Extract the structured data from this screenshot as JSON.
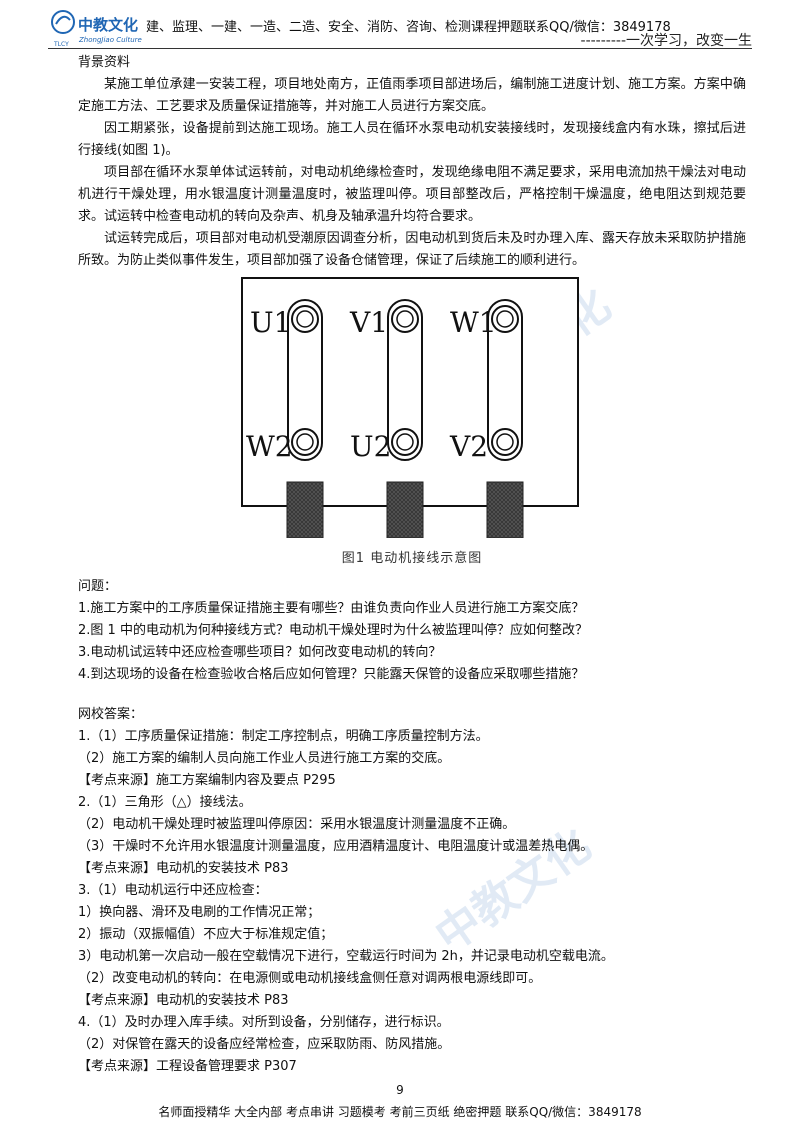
{
  "header": {
    "logo_name": "中教文化",
    "logo_name_en": "ZhongJiao Culture",
    "logo_mark": "TLCY",
    "text": "建、监理、一建、一造、二造、安全、消防、咨询、检测课程押题联系QQ/微信：3849178",
    "slogan": "---------一次学习，改变一生"
  },
  "background": {
    "title": "背景资料",
    "paragraphs": [
      "某施工单位承建一安装工程，项目地处南方，正值雨季项目部进场后，编制施工进度计划、施工方案。方案中确定施工方法、工艺要求及质量保证措施等，并对施工人员进行方案交底。",
      "因工期紧张，设备提前到达施工现场。施工人员在循环水泵电动机安装接线时，发现接线盒内有水珠，擦拭后进行接线(如图 1)。",
      "项目部在循环水泵单体试运转前，对电动机绝缘检查时，发现绝缘电阻不满足要求，采用电流加热干燥法对电动机进行干燥处理，用水银温度计测量温度时，被监理叫停。项目部整改后，严格控制干燥温度，绝电阻达到规范要求。试运转中检查电动机的转向及杂声、机身及轴承温升均符合要求。",
      "试运转完成后，项目部对电动机受潮原因调查分析，因电动机到货后未及时办理入库、露天存放未采取防护措施所致。为防止类似事件发生，项目部加强了设备仓储管理，保证了后续施工的顺利进行。"
    ]
  },
  "figure": {
    "caption": "图1   电动机接线示意图",
    "terminals": [
      "U1",
      "V1",
      "W1",
      "W2",
      "U2",
      "V2"
    ]
  },
  "questions": {
    "title": "问题：",
    "items": [
      "1.施工方案中的工序质量保证措施主要有哪些？由谁负责向作业人员进行施工方案交底？",
      "2.图 1 中的电动机为何种接线方式？电动机干燥处理时为什么被监理叫停？应如何整改？",
      "3.电动机试运转中还应检查哪些项目？如何改变电动机的转向？",
      "4.到达现场的设备在检查验收合格后应如何管理？只能露天保管的设备应采取哪些措施？"
    ]
  },
  "answers": {
    "title": "网校答案：",
    "lines": [
      "1.（1）工序质量保证措施：制定工序控制点，明确工序质量控制方法。",
      "（2）施工方案的编制人员向施工作业人员进行施工方案的交底。",
      "【考点来源】施工方案编制内容及要点 P295",
      "2.（1）三角形（△）接线法。",
      "（2）电动机干燥处理时被监理叫停原因：采用水银温度计测量温度不正确。",
      "（3）干燥时不允许用水银温度计测量温度，应用酒精温度计、电阻温度计或温差热电偶。",
      "【考点来源】电动机的安装技术 P83",
      "3.（1）电动机运行中还应检查：",
      "1）换向器、滑环及电刷的工作情况正常；",
      "2）振动（双振幅值）不应大于标准规定值；",
      "3）电动机第一次启动一般在空载情况下进行，空载运行时间为 2h，并记录电动机空载电流。",
      "（2）改变电动机的转向：在电源侧或电动机接线盒侧任意对调两根电源线即可。",
      "【考点来源】电动机的安装技术 P83",
      "4.（1）及时办理入库手续。对所到设备，分别储存，进行标识。",
      "（2）对保管在露天的设备应经常检查，应采取防雨、防风措施。",
      "【考点来源】工程设备管理要求 P307"
    ]
  },
  "footer": {
    "page_number": "9",
    "text": "名师面授精华  大全内部  考点串讲  习题模考  考前三页纸  绝密押题  联系QQ/微信：3849178"
  },
  "colors": {
    "logo_blue": "#1f66b4",
    "terminal_block": "#555555"
  }
}
